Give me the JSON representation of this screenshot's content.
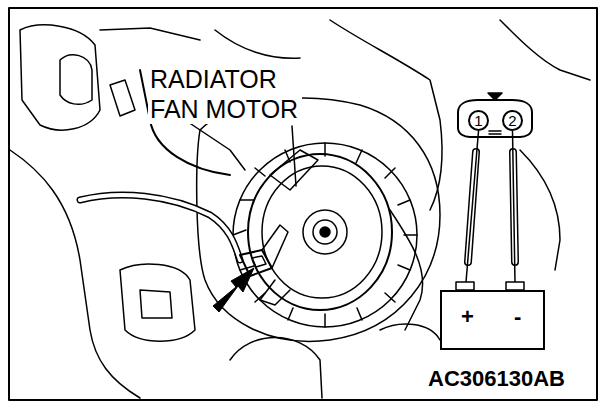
{
  "diagram": {
    "nodes": [
      {
        "text": [
          "1"
        ]
      },
      {
        "text": [
          "2"
        ]
      },
      {
        "text": [
          "+",
          "-"
        ]
      }
    ],
    "edges": [
      {
        "from": 0,
        "to": 2,
        "arrow": "none"
      },
      {
        "from": 1,
        "to": 2,
        "arrow": "none"
      }
    ],
    "labels": [
      "RADIATOR FAN MOTOR",
      "AC306130AB"
    ]
  }
}
